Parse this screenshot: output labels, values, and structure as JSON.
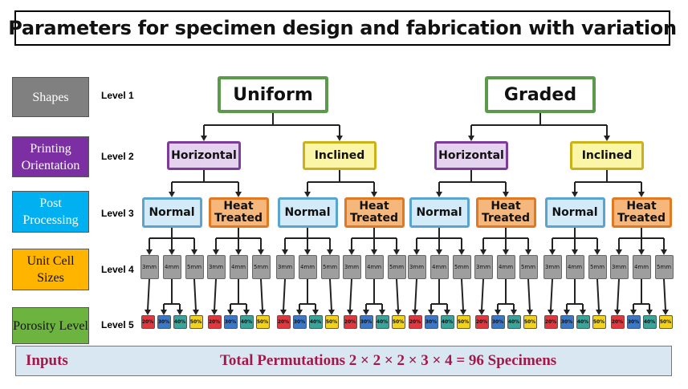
{
  "title": "Parameters for specimen design and fabrication with variation",
  "rows": [
    {
      "label": "Shapes",
      "level": "Level 1",
      "bg": "#808080",
      "fg": "#ffffff"
    },
    {
      "label": "Printing Orientation",
      "level": "Level 2",
      "bg": "#7b2fa3",
      "fg": "#ffffff"
    },
    {
      "label": "Post Processing",
      "level": "Level 3",
      "bg": "#00b0f0",
      "fg": "#ffffff"
    },
    {
      "label": "Unit Cell Sizes",
      "level": "Level 4",
      "bg": "#ffb400",
      "fg": "#111111"
    },
    {
      "label": "Porosity Level",
      "level": "Level 5",
      "bg": "#6cb33f",
      "fg": "#111111"
    }
  ],
  "shapes": [
    "Uniform",
    "Graded"
  ],
  "orientations": [
    "Horizontal",
    "Inclined"
  ],
  "processing": [
    "Normal",
    "Heat Treated"
  ],
  "cell_sizes": [
    "3mm",
    "4mm",
    "5mm"
  ],
  "porosity": [
    "20%",
    "30%",
    "40%",
    "50%"
  ],
  "porosity_colors": [
    "#e0383e",
    "#3c78c8",
    "#3aa39a",
    "#f2d21a"
  ],
  "footer": {
    "inputs": "Inputs",
    "permutations": "Total Permutations 2 × 2 × 2 × 3 × 4 = 96 Specimens"
  }
}
